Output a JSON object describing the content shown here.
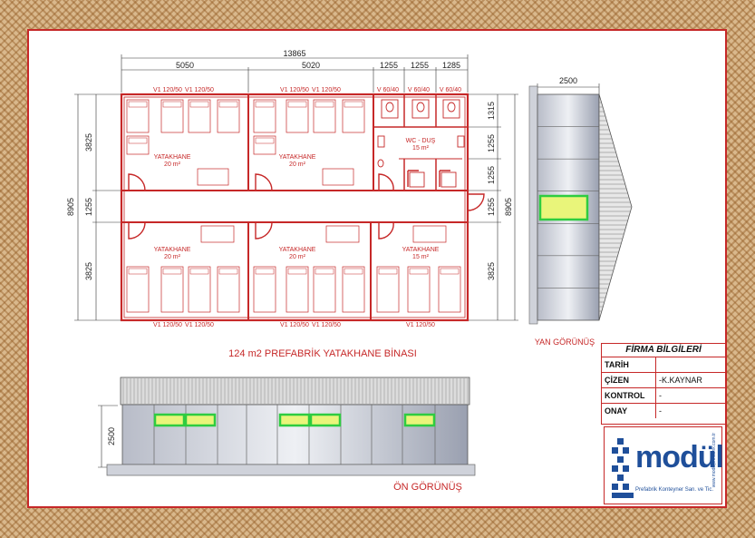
{
  "plan": {
    "dim_total_width": "13865",
    "dim_segments_top": [
      "5050",
      "5020",
      "1255",
      "1255",
      "1285"
    ],
    "dim_left": [
      "3825",
      "1255",
      "3825"
    ],
    "dim_left_total": "8905",
    "dim_right": [
      "1315",
      "1255",
      "1255",
      "1255",
      "3825"
    ],
    "dim_right_total": "8905",
    "window_label": "V1 120/50",
    "wc_window_label": "V 60/40",
    "rooms": [
      {
        "name": "YATAKHANE",
        "area": "20 m²"
      },
      {
        "name": "YATAKHANE",
        "area": "20 m²"
      },
      {
        "name": "WC - DUŞ",
        "area": "15 m²"
      },
      {
        "name": "YATAKHANE",
        "area": "20 m²"
      },
      {
        "name": "YATAKHANE",
        "area": "20 m²"
      },
      {
        "name": "YATAKHANE",
        "area": "15 m²"
      }
    ]
  },
  "drawing_title": "124 m2 PREFABRİK YATAKHANE BİNASI",
  "side_view": {
    "dim": "2500",
    "label": "YAN GÖRÜNÜŞ"
  },
  "front_view": {
    "dim": "2500",
    "label": "ÖN GÖRÜNÜŞ"
  },
  "title_block": {
    "header": "FİRMA BİLGİLERİ",
    "rows": [
      {
        "key": "TARİH",
        "value": ""
      },
      {
        "key": "ÇİZEN",
        "value": "-K.KAYNAR"
      },
      {
        "key": "KONTROL",
        "value": "-"
      },
      {
        "key": "ONAY",
        "value": "-"
      }
    ]
  },
  "logo": {
    "word": "modül",
    "subtitle": "Prefabrik Konteyner San. ve Tic.",
    "url": "www.modulprefabrik.com.tr"
  },
  "colors": {
    "red": "#c62828",
    "window_green": "#2ecc40",
    "window_fill": "#e9f57a",
    "logo_blue": "#1f4f9a"
  }
}
